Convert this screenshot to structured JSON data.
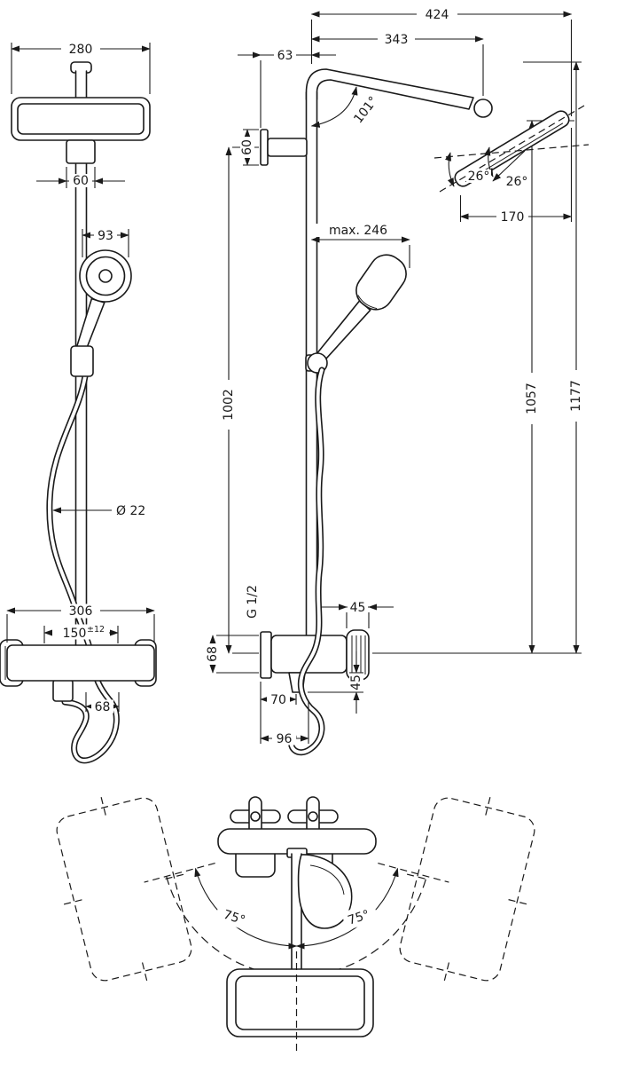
{
  "drawing": {
    "type": "technical-dimension-drawing",
    "product": "showerpipe-with-thermostat",
    "views": {
      "front": {
        "head_width": "280",
        "head_connector_width": "60",
        "handshower_width": "93",
        "hose_diameter": "Ø 22",
        "mixer_width": "306",
        "connection_distance": "150",
        "connection_tolerance": "±12",
        "hose_offset": "68"
      },
      "side": {
        "total_projection": "424",
        "arm_projection": "343",
        "wall_to_pipe": "63",
        "bracket_height": "60",
        "arm_angle": "101°",
        "head_tilt_upper": "26°",
        "head_tilt_lower": "26°",
        "head_depth": "170",
        "max_reach": "max. 246",
        "bracket_to_mixer": "1002",
        "head_face_height": "1057",
        "total_height": "1177",
        "thread_size": "G 1/2",
        "handle_depth": "45",
        "mixer_body_height": "68",
        "spout_projection_a": "70",
        "spout_drop": "45",
        "spout_projection_b": "96"
      },
      "top": {
        "swivel_left": "75°",
        "swivel_right": "75°"
      }
    }
  },
  "colors": {
    "line": "#1a1a1a",
    "background": "#ffffff"
  }
}
